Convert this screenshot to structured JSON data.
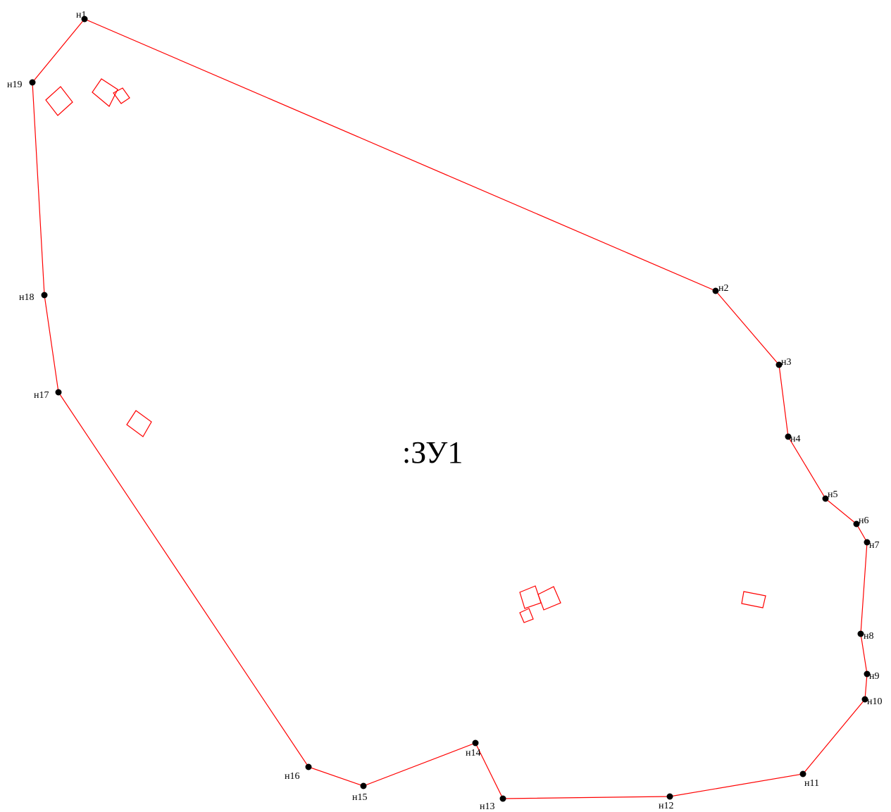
{
  "parcel": {
    "label": ":ЗУ1",
    "boundary_color": "#ff0000",
    "vertex_color": "#000000"
  },
  "vertices": [
    {
      "id": "v1",
      "label": "н1"
    },
    {
      "id": "v2",
      "label": "н2"
    },
    {
      "id": "v3",
      "label": "н3"
    },
    {
      "id": "v4",
      "label": "н4"
    },
    {
      "id": "v5",
      "label": "н5"
    },
    {
      "id": "v6",
      "label": "н6"
    },
    {
      "id": "v7",
      "label": "н7"
    },
    {
      "id": "v8",
      "label": "н8"
    },
    {
      "id": "v9",
      "label": "н9"
    },
    {
      "id": "v10",
      "label": "н10"
    },
    {
      "id": "v11",
      "label": "н11"
    },
    {
      "id": "v12",
      "label": "н12"
    },
    {
      "id": "v13",
      "label": "н13"
    },
    {
      "id": "v14",
      "label": "н14"
    },
    {
      "id": "v15",
      "label": "н15"
    },
    {
      "id": "v16",
      "label": "н16"
    },
    {
      "id": "v17",
      "label": "н17"
    },
    {
      "id": "v18",
      "label": "н18"
    },
    {
      "id": "v19",
      "label": "н19"
    }
  ]
}
